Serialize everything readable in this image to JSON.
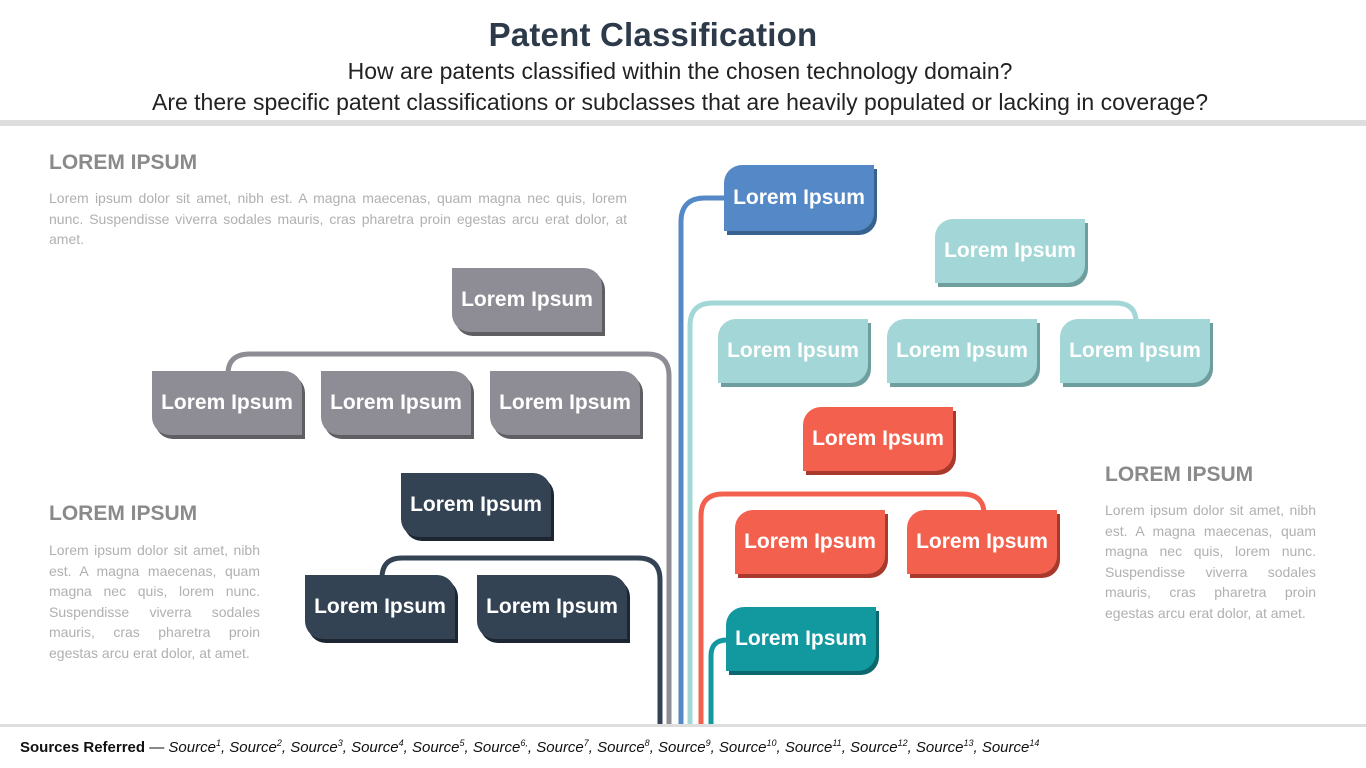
{
  "title": "Patent Classification",
  "subtitle_1": "How are patents classified within the chosen technology domain?",
  "subtitle_2": "Are there specific patent classifications or subclasses that are heavily populated or lacking in coverage?",
  "text_blocks": {
    "top_left": {
      "heading": "LOREM IPSUM",
      "body": "Lorem ipsum dolor sit amet, nibh est. A magna maecenas, quam magna nec quis, lorem nunc. Suspendisse viverra sodales mauris, cras pharetra proin egestas arcu erat dolor, at amet."
    },
    "bottom_left": {
      "heading": "LOREM IPSUM",
      "body": "Lorem ipsum dolor sit amet, nibh est. A magna maecenas, quam magna nec quis, lorem nunc. Suspendisse viverra sodales mauris, cras pharetra proin egestas arcu erat dolor, at amet."
    },
    "right": {
      "heading": "LOREM IPSUM",
      "body": "Lorem ipsum dolor sit amet, nibh est. A magna maecenas, quam magna nec quis, lorem nunc. Suspendisse viverra sodales mauris, cras pharetra proin egestas arcu erat dolor, at amet."
    }
  },
  "tree": {
    "gray": {
      "color": "#8e8c94",
      "parent": "Lorem Ipsum",
      "children": [
        "Lorem Ipsum",
        "Lorem Ipsum",
        "Lorem Ipsum"
      ]
    },
    "navy": {
      "color": "#344354",
      "parent": "Lorem Ipsum",
      "children": [
        "Lorem Ipsum",
        "Lorem Ipsum"
      ]
    },
    "blue": {
      "color": "#5488c6",
      "parent": "Lorem Ipsum"
    },
    "aqua": {
      "color": "#a3d6d6",
      "parent": "Lorem Ipsum",
      "children": [
        "Lorem Ipsum",
        "Lorem Ipsum",
        "Lorem Ipsum"
      ]
    },
    "red": {
      "color": "#f3604e",
      "parent": "Lorem Ipsum",
      "children": [
        "Lorem Ipsum",
        "Lorem Ipsum"
      ]
    },
    "teal": {
      "color": "#12999f",
      "parent": "Lorem Ipsum"
    }
  },
  "sources": {
    "label": "Sources Referred",
    "dash": " — ",
    "items": [
      {
        "name": "Source",
        "sup": "1",
        "sep": ", "
      },
      {
        "name": "Source",
        "sup": "2",
        "sep": ", "
      },
      {
        "name": "Source",
        "sup": "3",
        "sep": ", "
      },
      {
        "name": "Source",
        "sup": "4",
        "sep": ", "
      },
      {
        "name": "Source",
        "sup": "5",
        "sep": ", "
      },
      {
        "name": "Source",
        "sup": "6,",
        "sep": ", "
      },
      {
        "name": "Source",
        "sup": "7",
        "sep": ", "
      },
      {
        "name": "Source",
        "sup": "8",
        "sep": ", "
      },
      {
        "name": "Source",
        "sup": "9",
        "sep": ", "
      },
      {
        "name": "Source",
        "sup": "10",
        "sep": ", "
      },
      {
        "name": "Source",
        "sup": "11",
        "sep": ", "
      },
      {
        "name": "Source",
        "sup": "12",
        "sep": ", "
      },
      {
        "name": "Source",
        "sup": "13",
        "sep": ", "
      },
      {
        "name": "Source",
        "sup": "14",
        "sep": ""
      }
    ]
  }
}
